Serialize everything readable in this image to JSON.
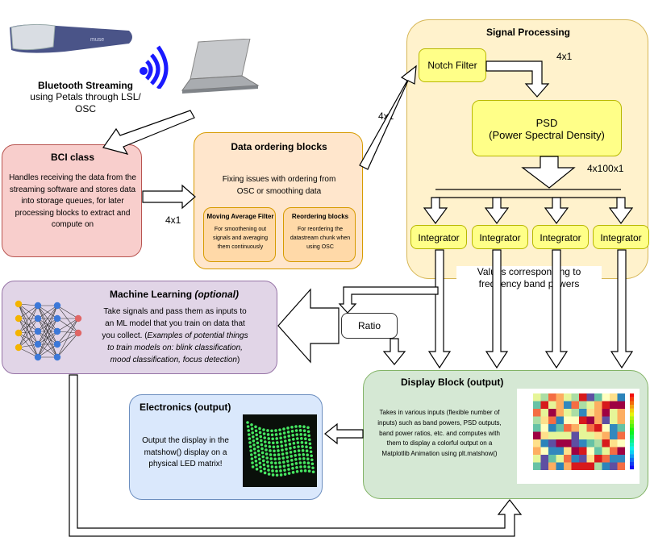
{
  "bluetooth": {
    "title": "Bluetooth Streaming",
    "subtitle": "using Petals through LSL/ OSC",
    "device_label": "muse"
  },
  "bci": {
    "title": "BCI class",
    "body": "Handles receiving the data from the streaming software and stores data into storage queues, for later processing blocks to extract and compute on"
  },
  "data_ordering": {
    "title": "Data ordering blocks",
    "body": "Fixing issues with ordering from OSC or smoothing data",
    "moving_avg": {
      "title": "Moving Average Filter",
      "body": "For smoothening out signals and averaging them continuously"
    },
    "reordering": {
      "title": "Reordering blocks",
      "body": "For reordering the datastream chunk when using OSC"
    }
  },
  "signal": {
    "title": "Signal Processing",
    "notch": "Notch Filter",
    "psd_line1": "PSD",
    "psd_line2": "(Power Spectral Density)",
    "integrators": [
      "Integrator",
      "Integrator",
      "Integrator",
      "Integrator"
    ]
  },
  "labels": {
    "bci_to_ordering": "4x1",
    "ordering_to_notch": "4x1",
    "notch_to_psd": "4x1",
    "psd_out": "4x100x1",
    "values": "Values corresponding to frequency band powers"
  },
  "ml": {
    "title_main": "Machine Learning ",
    "title_optional": "(optional)",
    "body_plain": "Take signals and pass them as inputs to an ML model that you train on data that you collect. (",
    "body_italic": "Examples of potential things to train models on: blink classification, mood classification, focus detection",
    "body_end": ")"
  },
  "ratio": "Ratio",
  "display": {
    "title": "Display Block (output)",
    "body": "Takes in various inputs (flexible number of inputs) such as band powers, PSD outputs, band power ratios, etc. and computes with them to display a colorful output on a Matplotlib Animation using plt.matshow()"
  },
  "electronics": {
    "title": "Electronics (output)",
    "body": "Output the display in the matshow() display on a physical LED matrix!"
  },
  "colors": {
    "signal_bg": "#fff2cc",
    "bci_bg": "#f8cecc",
    "ordering_bg": "#ffe6cc",
    "ml_bg": "#e1d5e7",
    "display_bg": "#d5e8d4",
    "electronics_bg": "#dae8fc",
    "integrator_bg": "#ffff88",
    "bluetooth_icon": "#1a1aff"
  }
}
